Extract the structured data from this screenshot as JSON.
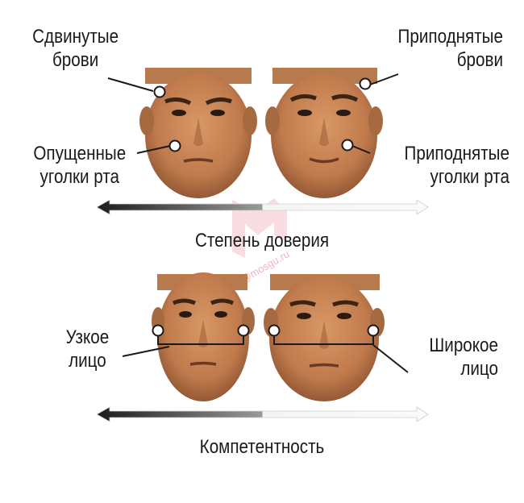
{
  "watermark": "@mosgu.ru",
  "panel_trust": {
    "label_top_left": [
      "Сдвинутые",
      "брови"
    ],
    "label_bottom_left": [
      "Опущенные",
      "уголки рта"
    ],
    "label_top_right": [
      "Приподнятые",
      "брови"
    ],
    "label_bottom_right": [
      "Приподнятые",
      "уголки рта"
    ],
    "scale_label": "Степень доверия"
  },
  "panel_competence": {
    "label_left": [
      "Узкое",
      "лицо"
    ],
    "label_right": [
      "Широкое",
      "лицо"
    ],
    "scale_label": "Компетентность"
  },
  "colors": {
    "skin": "#c98a5c",
    "skin_dark": "#9a5f38",
    "text": "#1a1a1a",
    "arrow_dark": "#2a2a2a",
    "watermark": "#f4b3c0"
  }
}
